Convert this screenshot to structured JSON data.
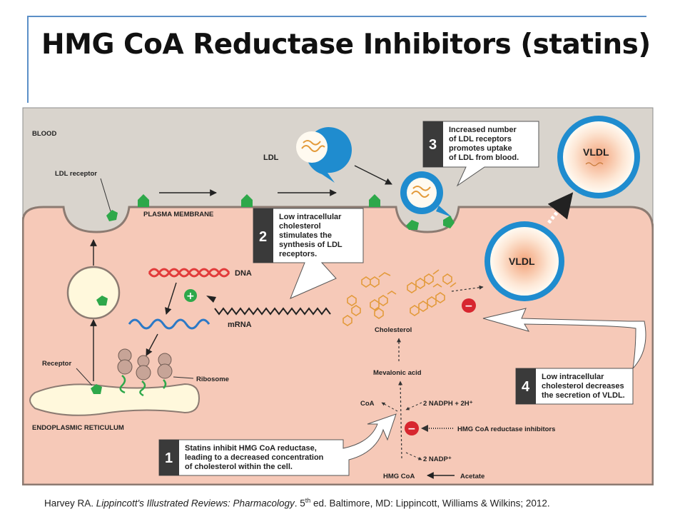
{
  "title": "HMG CoA Reductase Inhibitors (statins)",
  "citation": {
    "before": "Harvey RA. ",
    "italic": "Lippincott's Illustrated Reviews: Pharmacology",
    "mid": ". 5",
    "sup": "th",
    "after": " ed. Baltimore, MD: Lippincott, Williams & Wilkins; 2012."
  },
  "diagram": {
    "labels": {
      "blood": "BLOOD",
      "ldl_receptor": "LDL receptor",
      "plasma_membrane": "PLASMA MEMBRANE",
      "ldl": "LDL",
      "dna": "DNA",
      "mrna": "mRNA",
      "receptor": "Receptor",
      "ribosome": "Ribosome",
      "endoplasmic_reticulum": "ENDOPLASMIC RETICULUM",
      "cholesterol": "Cholesterol",
      "mevalonic_acid": "Mevalonic acid",
      "coa": "CoA",
      "nadph": "2 NADPH + 2H⁺",
      "nadp": "2 NADP⁺",
      "hmg_coa": "HMG CoA",
      "acetate": "Acetate",
      "inhibitors": "HMG CoA reductase inhibitors",
      "vldl_outside": "VLDL",
      "vldl_inside": "VLDL"
    },
    "symbols": {
      "plus": "+",
      "minus": "−"
    },
    "steps": [
      {
        "num": "1",
        "lines": [
          "Statins inhibit HMG CoA reductase,",
          "leading to a decreased concentration",
          "of cholesterol within the cell."
        ]
      },
      {
        "num": "2",
        "lines": [
          "Low intracellular",
          "cholesterol",
          "stimulates the",
          "synthesis of LDL",
          "receptors."
        ]
      },
      {
        "num": "3",
        "lines": [
          "Increased number",
          "of LDL receptors",
          "promotes uptake",
          "of LDL from blood."
        ]
      },
      {
        "num": "4",
        "lines": [
          "Low intracellular",
          "cholesterol decreases",
          "the secretion of VLDL."
        ]
      }
    ],
    "colors": {
      "blood": "#d9d4cd",
      "cell": "#f6c9b8",
      "membrane": "#8c7b72",
      "receptor_green": "#2ea84a",
      "ldl_blue": "#1f8ccf",
      "dna_red": "#e23b3b",
      "mrna_blue": "#2c79c6",
      "cholesterol_orange": "#e39a3a",
      "inhibit_red": "#d7262f",
      "step_dark": "#3a3a3a",
      "title_rule": "#5b8fc7"
    }
  }
}
